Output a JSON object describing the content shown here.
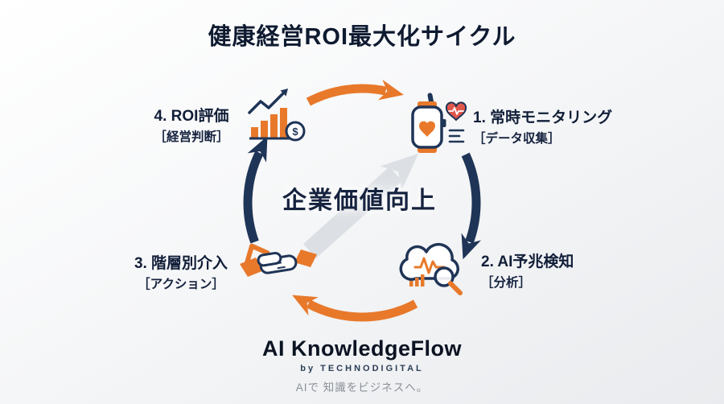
{
  "title": "健康経営ROI最大化サイクル",
  "center": {
    "label": "企業価値向上"
  },
  "steps": [
    {
      "label": "1. 常時モニタリング",
      "sub": "［データ収集］",
      "icon": "smartwatch-heart-monitor-icon"
    },
    {
      "label": "2. AI予兆検知",
      "sub": "［分析］",
      "icon": "cloud-analysis-magnifier-icon"
    },
    {
      "label": "3. 階層別介入",
      "sub": "［アクション］",
      "icon": "handshake-icon"
    },
    {
      "label": "4. ROI評価",
      "sub": "［経営判断］",
      "icon": "growth-chart-dollar-icon"
    }
  ],
  "icons": {
    "dollar_symbol": "$"
  },
  "footer": {
    "brand": "AI KnowledgeFlow",
    "byline": "by TECHNODIGITAL",
    "tagline": "AIで 知識をビジネスへ。"
  },
  "colors": {
    "orange": "#E8792B",
    "navy": "#1F3557",
    "gray_arrow": "#CDD2D9",
    "text_dark": "#101D35"
  }
}
